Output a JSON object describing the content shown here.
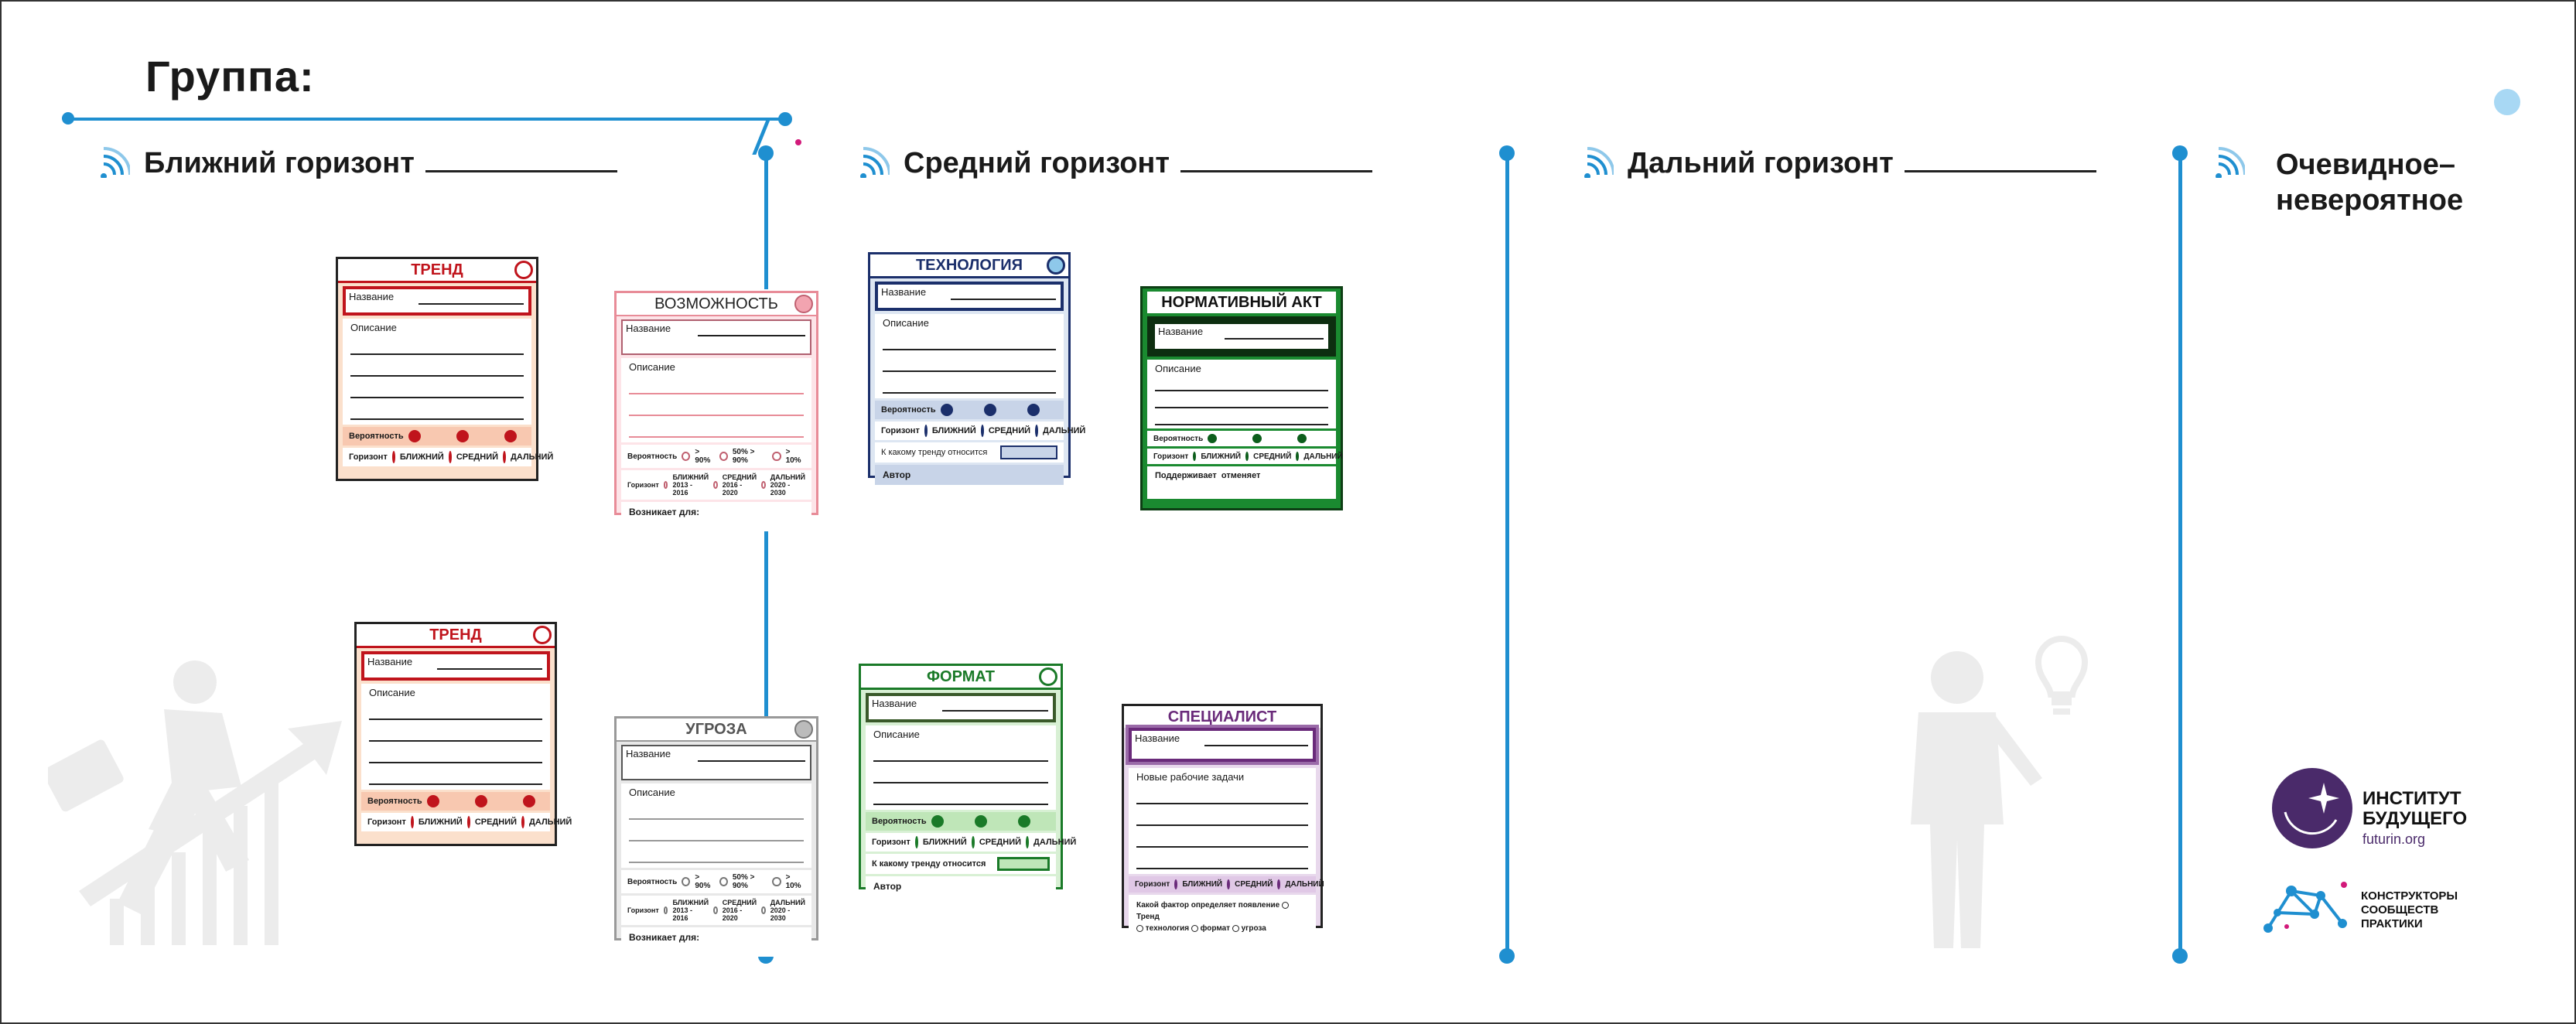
{
  "header": {
    "title": "Группа:"
  },
  "horizons": [
    {
      "label": "Ближний горизонт"
    },
    {
      "label": "Средний горизонт"
    },
    {
      "label": "Дальний горизонт"
    },
    {
      "label_line1": "Очевидное–",
      "label_line2": "невероятное"
    }
  ],
  "cards": {
    "trend1": {
      "title": "ТРЕНД",
      "name_label": "Название",
      "desc_label": "Описание",
      "prob_label": "Вероятность",
      "horizon_label": "Горизонт",
      "opt_near": "БЛИЖНИЙ",
      "opt_mid": "СРЕДНИЙ",
      "opt_far": "ДАЛЬНИЙ"
    },
    "trend2": {
      "title": "ТРЕНД",
      "name_label": "Название",
      "desc_label": "Описание",
      "prob_label": "Вероятность",
      "horizon_label": "Горизонт",
      "opt_near": "БЛИЖНИЙ",
      "opt_mid": "СРЕДНИЙ",
      "opt_far": "ДАЛЬНИЙ"
    },
    "opportunity": {
      "title": "ВОЗМОЖНОСТЬ",
      "name_label": "Название",
      "desc_label": "Описание",
      "prob_label": "Вероятность",
      "p1": "> 90%",
      "p2": "50% > 90%",
      "p3": "> 10%",
      "horizon_label": "Горизонт",
      "h1": "БЛИЖНИЙ 2013 - 2016",
      "h2": "СРЕДНИЙ 2016 - 2020",
      "h3": "ДАЛЬНИЙ 2020 - 2030",
      "arises_label": "Возникает для:"
    },
    "threat": {
      "title": "УГРОЗА",
      "name_label": "Название",
      "desc_label": "Описание",
      "prob_label": "Вероятность",
      "p1": "> 90%",
      "p2": "50% > 90%",
      "p3": "> 10%",
      "horizon_label": "Горизонт",
      "h1": "БЛИЖНИЙ 2013 - 2016",
      "h2": "СРЕДНИЙ 2016 - 2020",
      "h3": "ДАЛЬНИЙ 2020 - 2030",
      "arises_label": "Возникает для:"
    },
    "technology": {
      "title": "ТЕХНОЛОГИЯ",
      "name_label": "Название",
      "desc_label": "Описание",
      "prob_label": "Вероятность",
      "horizon_label": "Горизонт",
      "opt_near": "БЛИЖНИЙ",
      "opt_mid": "СРЕДНИЙ",
      "opt_far": "ДАЛЬНИЙ",
      "trend_label": "К какому тренду относится",
      "author_label": "Автор"
    },
    "format": {
      "title": "ФОРМАТ",
      "name_label": "Название",
      "desc_label": "Описание",
      "prob_label": "Вероятность",
      "horizon_label": "Горизонт",
      "opt_near": "БЛИЖНИЙ",
      "opt_mid": "СРЕДНИЙ",
      "opt_far": "ДАЛЬНИЙ",
      "trend_label": "К какому тренду относится",
      "author_label": "Автор"
    },
    "norm": {
      "title": "НОРМАТИВНЫЙ АКТ",
      "name_label": "Название",
      "desc_label": "Описание",
      "prob_label": "Вероятность",
      "horizon_label": "Горизонт",
      "opt_near": "БЛИЖНИЙ",
      "opt_mid": "СРЕДНИЙ",
      "opt_far": "ДАЛЬНИЙ",
      "support_label": "Поддерживает",
      "cancel_label": "отменяет"
    },
    "specialist": {
      "title": "СПЕЦИАЛИСТ",
      "name_label": "Название",
      "tasks_label": "Новые рабочие задачи",
      "horizon_label": "Горизонт",
      "opt_near": "БЛИЖНИЙ",
      "opt_mid": "СРЕДНИЙ",
      "opt_far": "ДАЛЬНИЙ",
      "factor_label": "Какой фактор определяет появление",
      "f1": "Тренд",
      "f2": "технология",
      "f3": "формат",
      "f4": "угроза"
    }
  },
  "logos": {
    "institute_line1": "ИНСТИТУТ",
    "institute_line2": "БУДУЩЕГО",
    "institute_url": "futurin.org",
    "constructors_line1": "КОНСТРУКТОРЫ",
    "constructors_line2": "СООБЩЕСТВ",
    "constructors_line3": "ПРАКТИКИ"
  },
  "colors": {
    "accent": "#1f8fd0",
    "trend": "#c0141c",
    "opportunity": "#e88c98",
    "threat": "#999999",
    "technology": "#1b2f6b",
    "format": "#1a7a28",
    "norm": "#0d5e1c",
    "specialist": "#6a2a7a",
    "institute": "#4a2a6a"
  }
}
